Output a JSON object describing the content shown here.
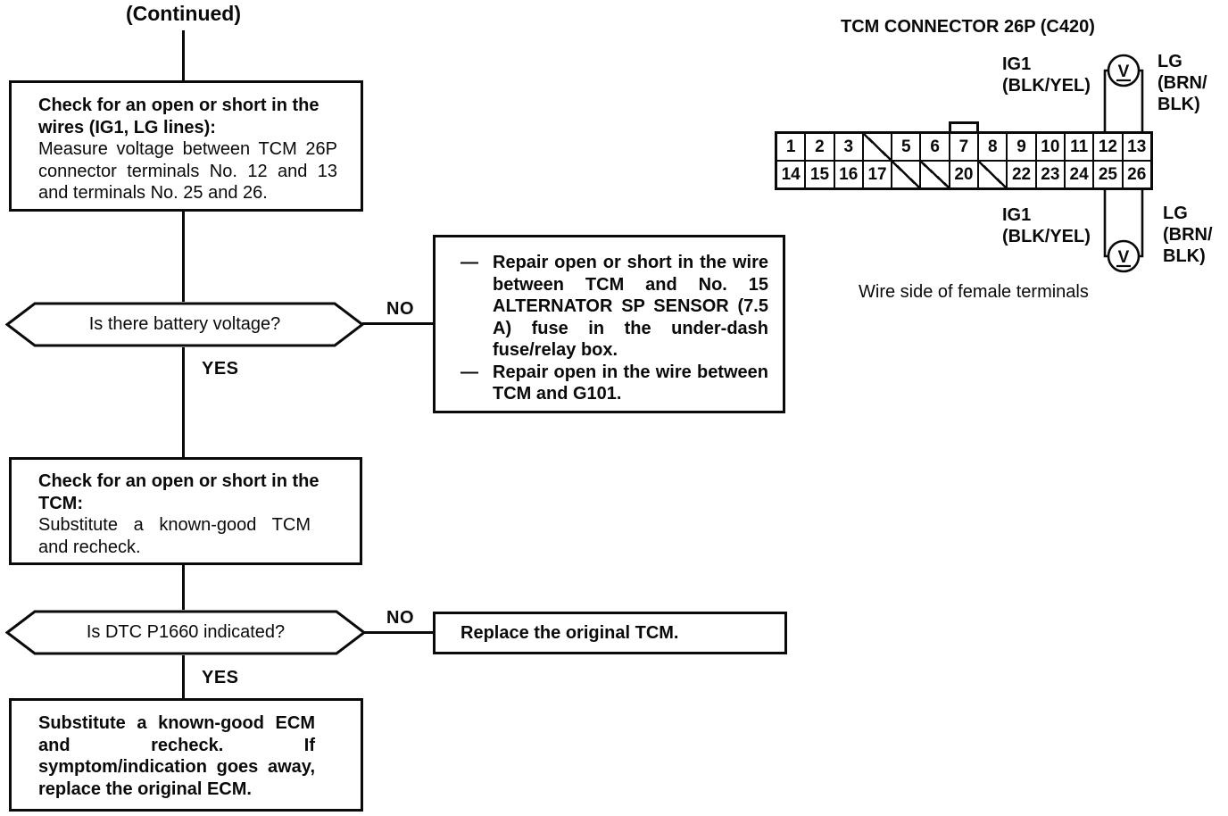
{
  "colors": {
    "ink": "#0a0a0a",
    "paper": "#ffffff"
  },
  "header": {
    "continued_label": "(Continued)"
  },
  "flowchart": {
    "step1": {
      "title": "Check for an open or short in the wires (IG1, LG lines):",
      "body": "Measure voltage between TCM 26P connector terminals No. 12 and 13 and terminals No. 25 and 26."
    },
    "decision1": {
      "question": "Is there battery voltage?",
      "no_label": "NO",
      "yes_label": "YES"
    },
    "repair_box": {
      "bullet": "—",
      "items": [
        "Repair open or short in the wire between TCM and No. 15 ALTERNATOR SP SENSOR (7.5 A) fuse in the under-dash fuse/relay box.",
        "Repair open in the wire between TCM and G101."
      ]
    },
    "step2": {
      "title": "Check for an open or short in the TCM:",
      "body": "Substitute a known-good TCM and recheck."
    },
    "decision2": {
      "question": "Is DTC P1660 indicated?",
      "no_label": "NO",
      "yes_label": "YES"
    },
    "replace_box": {
      "text": "Replace the original TCM."
    },
    "final_box": {
      "text": "Substitute a known-good ECM and recheck. If symptom/indication goes away, replace the original ECM."
    }
  },
  "connector": {
    "title": "TCM CONNECTOR 26P (C420)",
    "caption": "Wire side of female terminals",
    "voltmeter_symbol": "V",
    "pin_rows": [
      [
        "1",
        "2",
        "3",
        "/",
        "5",
        "6",
        "7",
        "8",
        "9",
        "10",
        "11",
        "12",
        "13"
      ],
      [
        "14",
        "15",
        "16",
        "17",
        "/",
        "/",
        "20",
        "/",
        "22",
        "23",
        "24",
        "25",
        "26"
      ]
    ],
    "labels": {
      "ig1_top": [
        "IG1",
        "(BLK/YEL)"
      ],
      "lg_top": [
        "LG",
        "(BRN/",
        "BLK)"
      ],
      "ig1_bottom": [
        "IG1",
        "(BLK/YEL)"
      ],
      "lg_bottom": [
        "LG",
        "(BRN/",
        "BLK)"
      ]
    }
  }
}
